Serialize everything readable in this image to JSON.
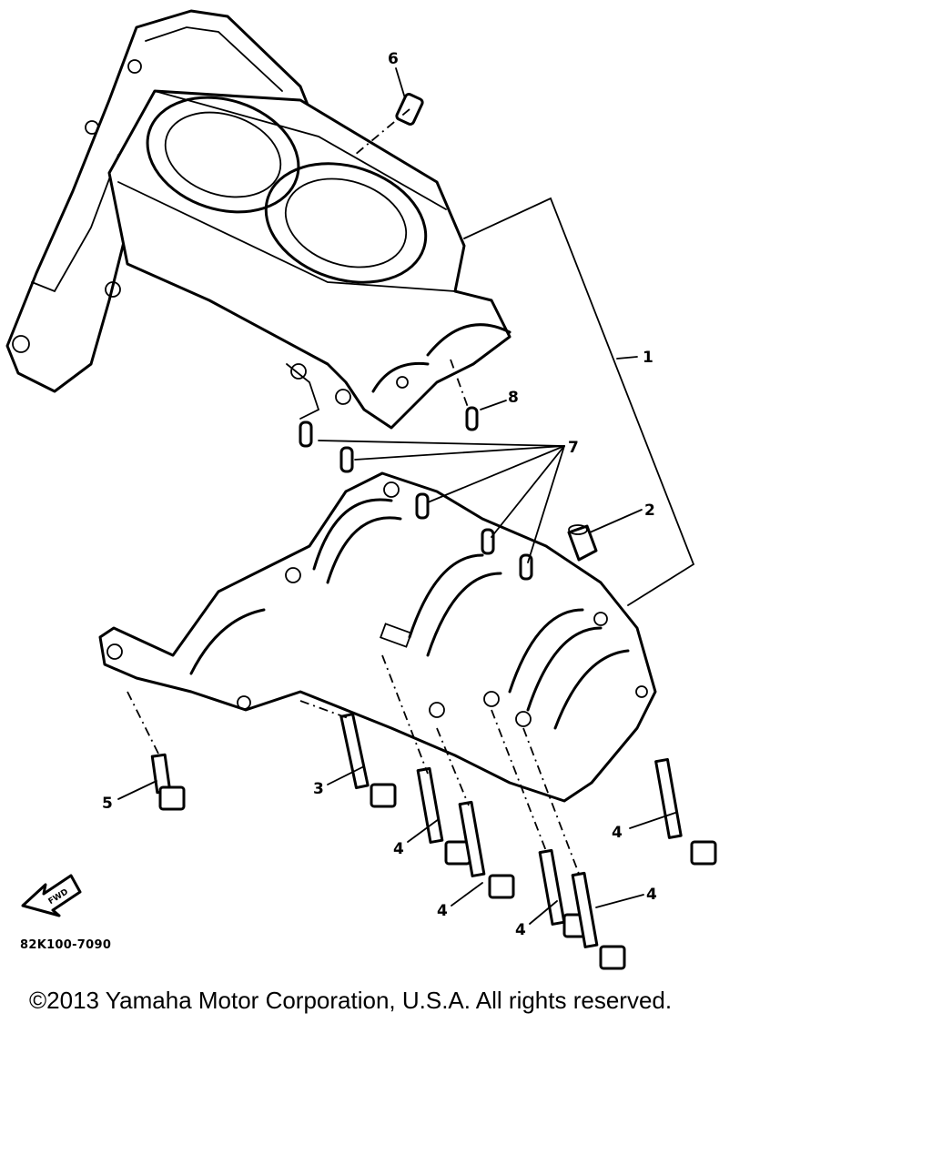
{
  "diagram": {
    "callouts": [
      {
        "id": "callout-1",
        "label": "1"
      },
      {
        "id": "callout-2",
        "label": "2"
      },
      {
        "id": "callout-3",
        "label": "3"
      },
      {
        "id": "callout-4a",
        "label": "4"
      },
      {
        "id": "callout-4b",
        "label": "4"
      },
      {
        "id": "callout-4c",
        "label": "4"
      },
      {
        "id": "callout-4d",
        "label": "4"
      },
      {
        "id": "callout-4e",
        "label": "4"
      },
      {
        "id": "callout-5",
        "label": "5"
      },
      {
        "id": "callout-6",
        "label": "6"
      },
      {
        "id": "callout-7",
        "label": "7"
      },
      {
        "id": "callout-8",
        "label": "8"
      }
    ],
    "fwd_label": "FWD",
    "drawing_code": "82K100-7090"
  },
  "footer": {
    "copyright": "©2013 Yamaha Motor Corporation, U.S.A. All rights reserved."
  }
}
